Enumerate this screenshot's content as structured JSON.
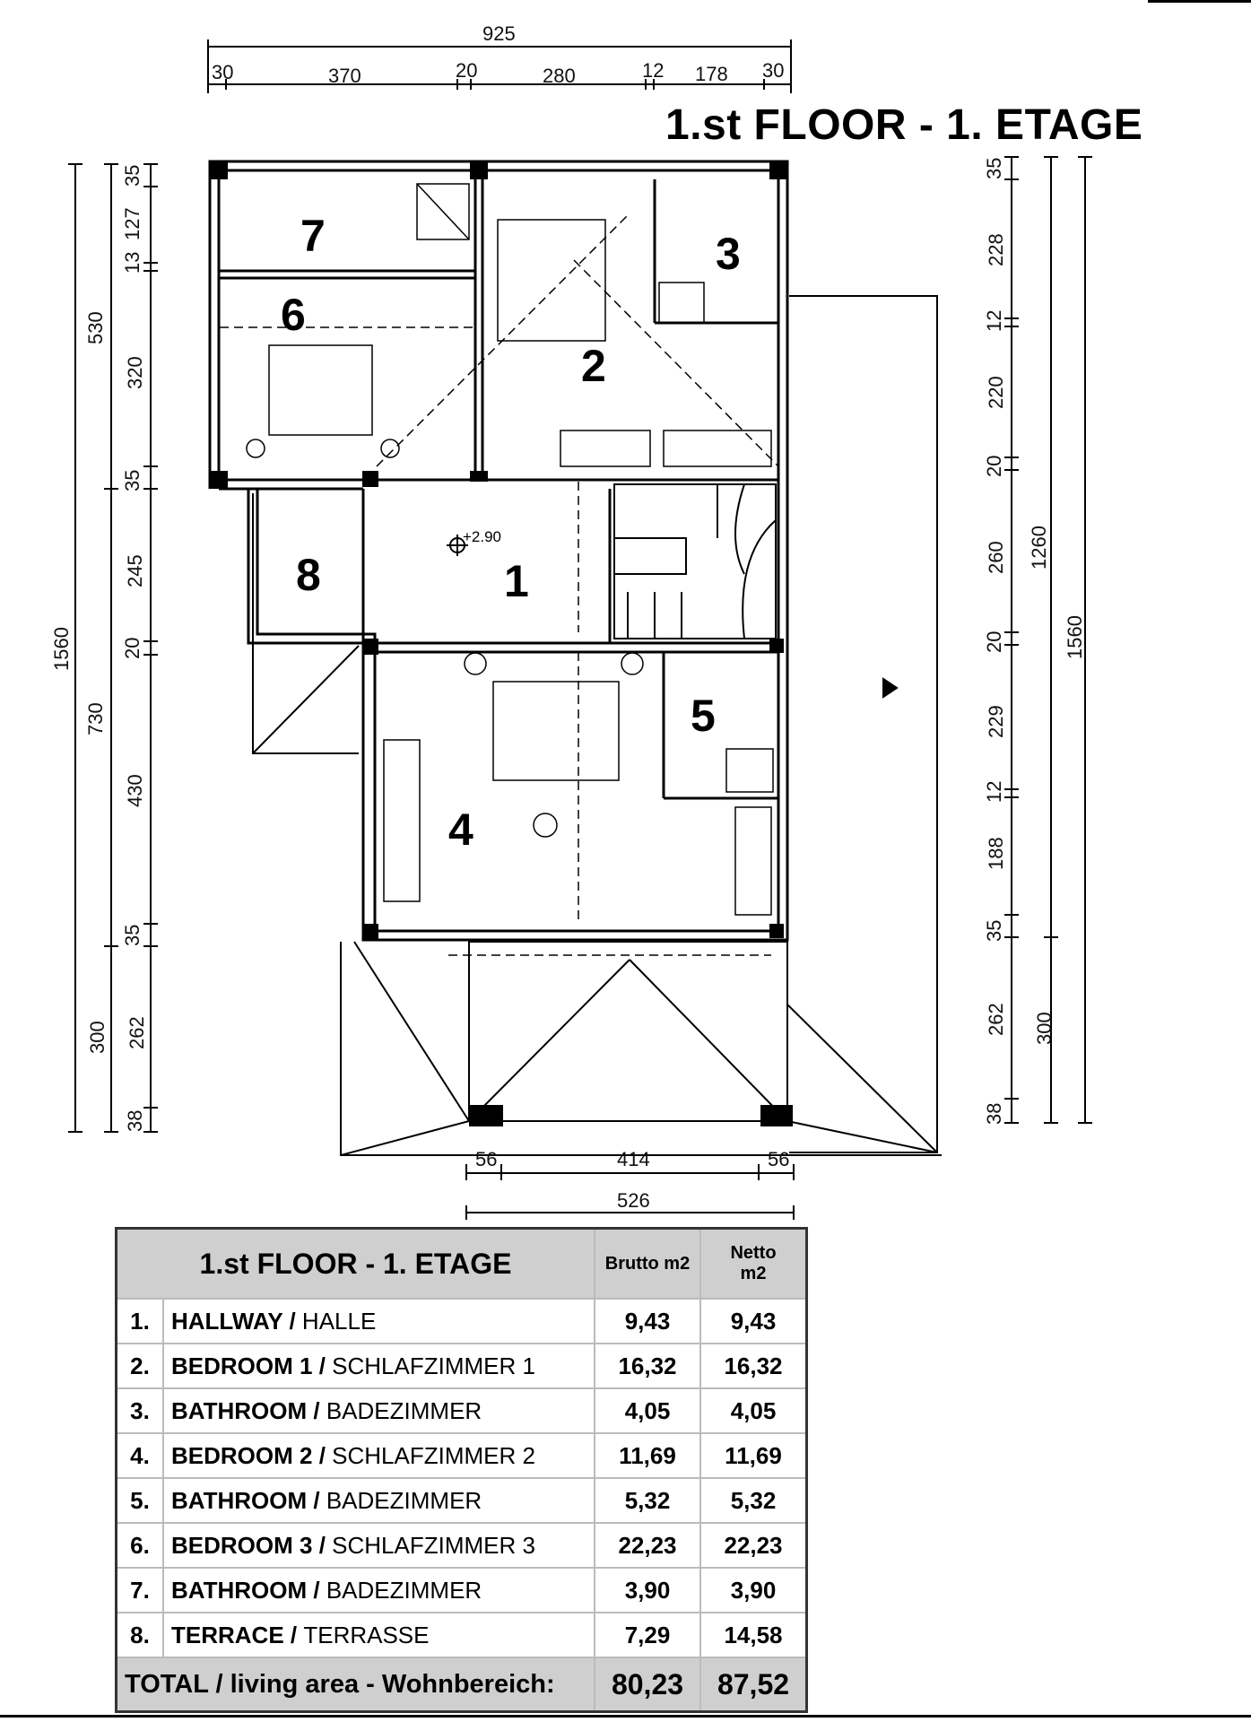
{
  "title": "1.st FLOOR - 1. ETAGE",
  "top_dims": {
    "total": "925",
    "d1": "30",
    "d2": "370",
    "d3": "20",
    "d4": "280",
    "d5": "12",
    "d6": "178",
    "d7": "30"
  },
  "left_dims": {
    "a1": "35",
    "a2": "127",
    "a3": "13",
    "a4": "320",
    "a5": "35",
    "a6": "245",
    "a7": "20",
    "a8": "430",
    "a9": "35",
    "a10": "262",
    "a11": "38",
    "b1": "530",
    "b2": "730",
    "b3": "300",
    "c1": "1560"
  },
  "right_dims": {
    "a1": "35",
    "a2": "228",
    "a3": "12",
    "a4": "220",
    "a5": "20",
    "a6": "260",
    "a7": "20",
    "a8": "229",
    "a9": "12",
    "a10": "188",
    "a11": "35",
    "a12": "262",
    "a13": "38",
    "b1": "300",
    "b2": "1260",
    "c1": "1560"
  },
  "bottom_dims": {
    "d1": "56",
    "d2": "414",
    "d3": "56",
    "total": "526"
  },
  "level_mark": "+2.90",
  "room_numbers": [
    "1",
    "2",
    "3",
    "4",
    "5",
    "6",
    "7",
    "8"
  ],
  "table": {
    "header": {
      "title": "1.st FLOOR - 1. ETAGE",
      "brutto": "Brutto m2",
      "netto1": "Netto",
      "netto2": "m2"
    },
    "rows": [
      {
        "no": "1.",
        "name_en": "HALLWAY",
        "sep": " / ",
        "name_de": "HALLE",
        "brutto": "9,43",
        "netto": "9,43"
      },
      {
        "no": "2.",
        "name_en": "BEDROOM 1",
        "sep": " / ",
        "name_de": "SCHLAFZIMMER 1",
        "brutto": "16,32",
        "netto": "16,32"
      },
      {
        "no": "3.",
        "name_en": "BATHROOM",
        "sep": " / ",
        "name_de": "BADEZIMMER",
        "brutto": "4,05",
        "netto": "4,05"
      },
      {
        "no": "4.",
        "name_en": "BEDROOM 2",
        "sep": " / ",
        "name_de": "SCHLAFZIMMER 2",
        "brutto": "11,69",
        "netto": "11,69"
      },
      {
        "no": "5.",
        "name_en": "BATHROOM",
        "sep": " / ",
        "name_de": "BADEZIMMER",
        "brutto": "5,32",
        "netto": "5,32"
      },
      {
        "no": "6.",
        "name_en": "BEDROOM 3",
        "sep": " / ",
        "name_de": "SCHLAFZIMMER 3",
        "brutto": "22,23",
        "netto": "22,23"
      },
      {
        "no": "7.",
        "name_en": "BATHROOM",
        "sep": " / ",
        "name_de": "BADEZIMMER",
        "brutto": "3,90",
        "netto": "3,90"
      },
      {
        "no": "8.",
        "name_en": "TERRACE",
        "sep": " / ",
        "name_de": "TERRASSE",
        "brutto": "7,29",
        "netto": "14,58"
      }
    ],
    "total": {
      "label": "TOTAL / living area - Wohnbereich:",
      "brutto": "80,23",
      "netto": "87,52"
    }
  }
}
